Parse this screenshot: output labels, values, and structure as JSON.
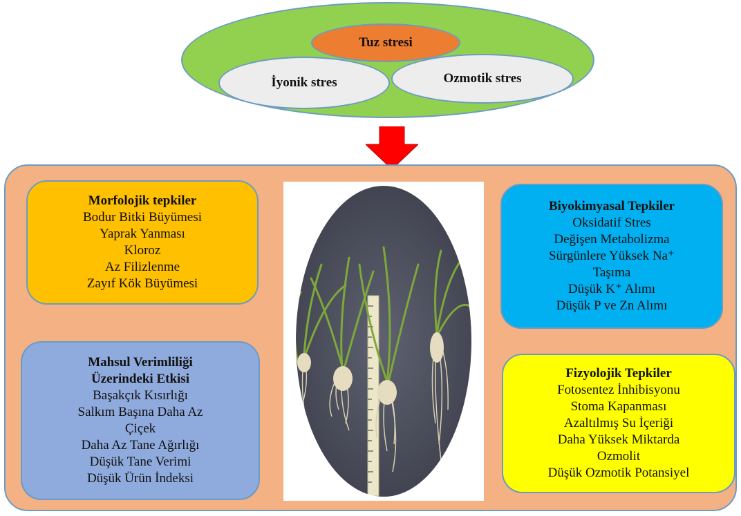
{
  "top": {
    "center_label": "Tuz stresi",
    "left_label": "İyonik stres",
    "right_label": "Ozmotik stres"
  },
  "panels": {
    "morfolojik": {
      "title": "Morfolojik tepkiler",
      "items": [
        "Bodur Bitki Büyümesi",
        "Yaprak Yanması",
        "Kloroz",
        "Az Filizlenme",
        "Zayıf Kök Büyümesi"
      ]
    },
    "mahsul": {
      "title_line1": "Mahsul Verimliliği",
      "title_line2": "Üzerindeki Etkisi",
      "items": [
        "Başakçık Kısırlığı",
        "Salkım Başına Daha Az",
        "Çiçek",
        "Daha Az Tane Ağırlığı",
        "Düşük Tane Verimi",
        "Düşük Ürün İndeksi"
      ]
    },
    "biyokimyasal": {
      "title": "Biyokimyasal Tepkiler",
      "items": [
        "Oksidatif Stres",
        "Değişen Metabolizma",
        "Sürgünlere Yüksek Na⁺",
        "Taşıma",
        "Düşük K⁺ Alımı",
        "Düşük P ve Zn Alımı"
      ]
    },
    "fizyolojik": {
      "title": "Fizyolojik Tepkiler",
      "items": [
        "Fotosentez İnhibisyonu",
        "Stoma Kapanması",
        "Azaltılmış Su İçeriği",
        "Daha Yüksek Miktarda",
        "Ozmolit",
        "Düşük Ozmotik Potansiyel"
      ]
    }
  },
  "colors": {
    "outer_ellipse": "#92d050",
    "tuz_stresi": "#ed7d31",
    "stress_ovals": "#ededed",
    "container": "#f4b183",
    "morfolojik": "#ffc000",
    "mahsul": "#8faadc",
    "biyokimyasal": "#00b0f0",
    "fizyolojik": "#ffff00",
    "arrow": "#ff0000",
    "border": "#6b9bc3"
  },
  "icons": {
    "arrow": "down-arrow-icon",
    "photo": "wheat-seedlings-photo"
  }
}
